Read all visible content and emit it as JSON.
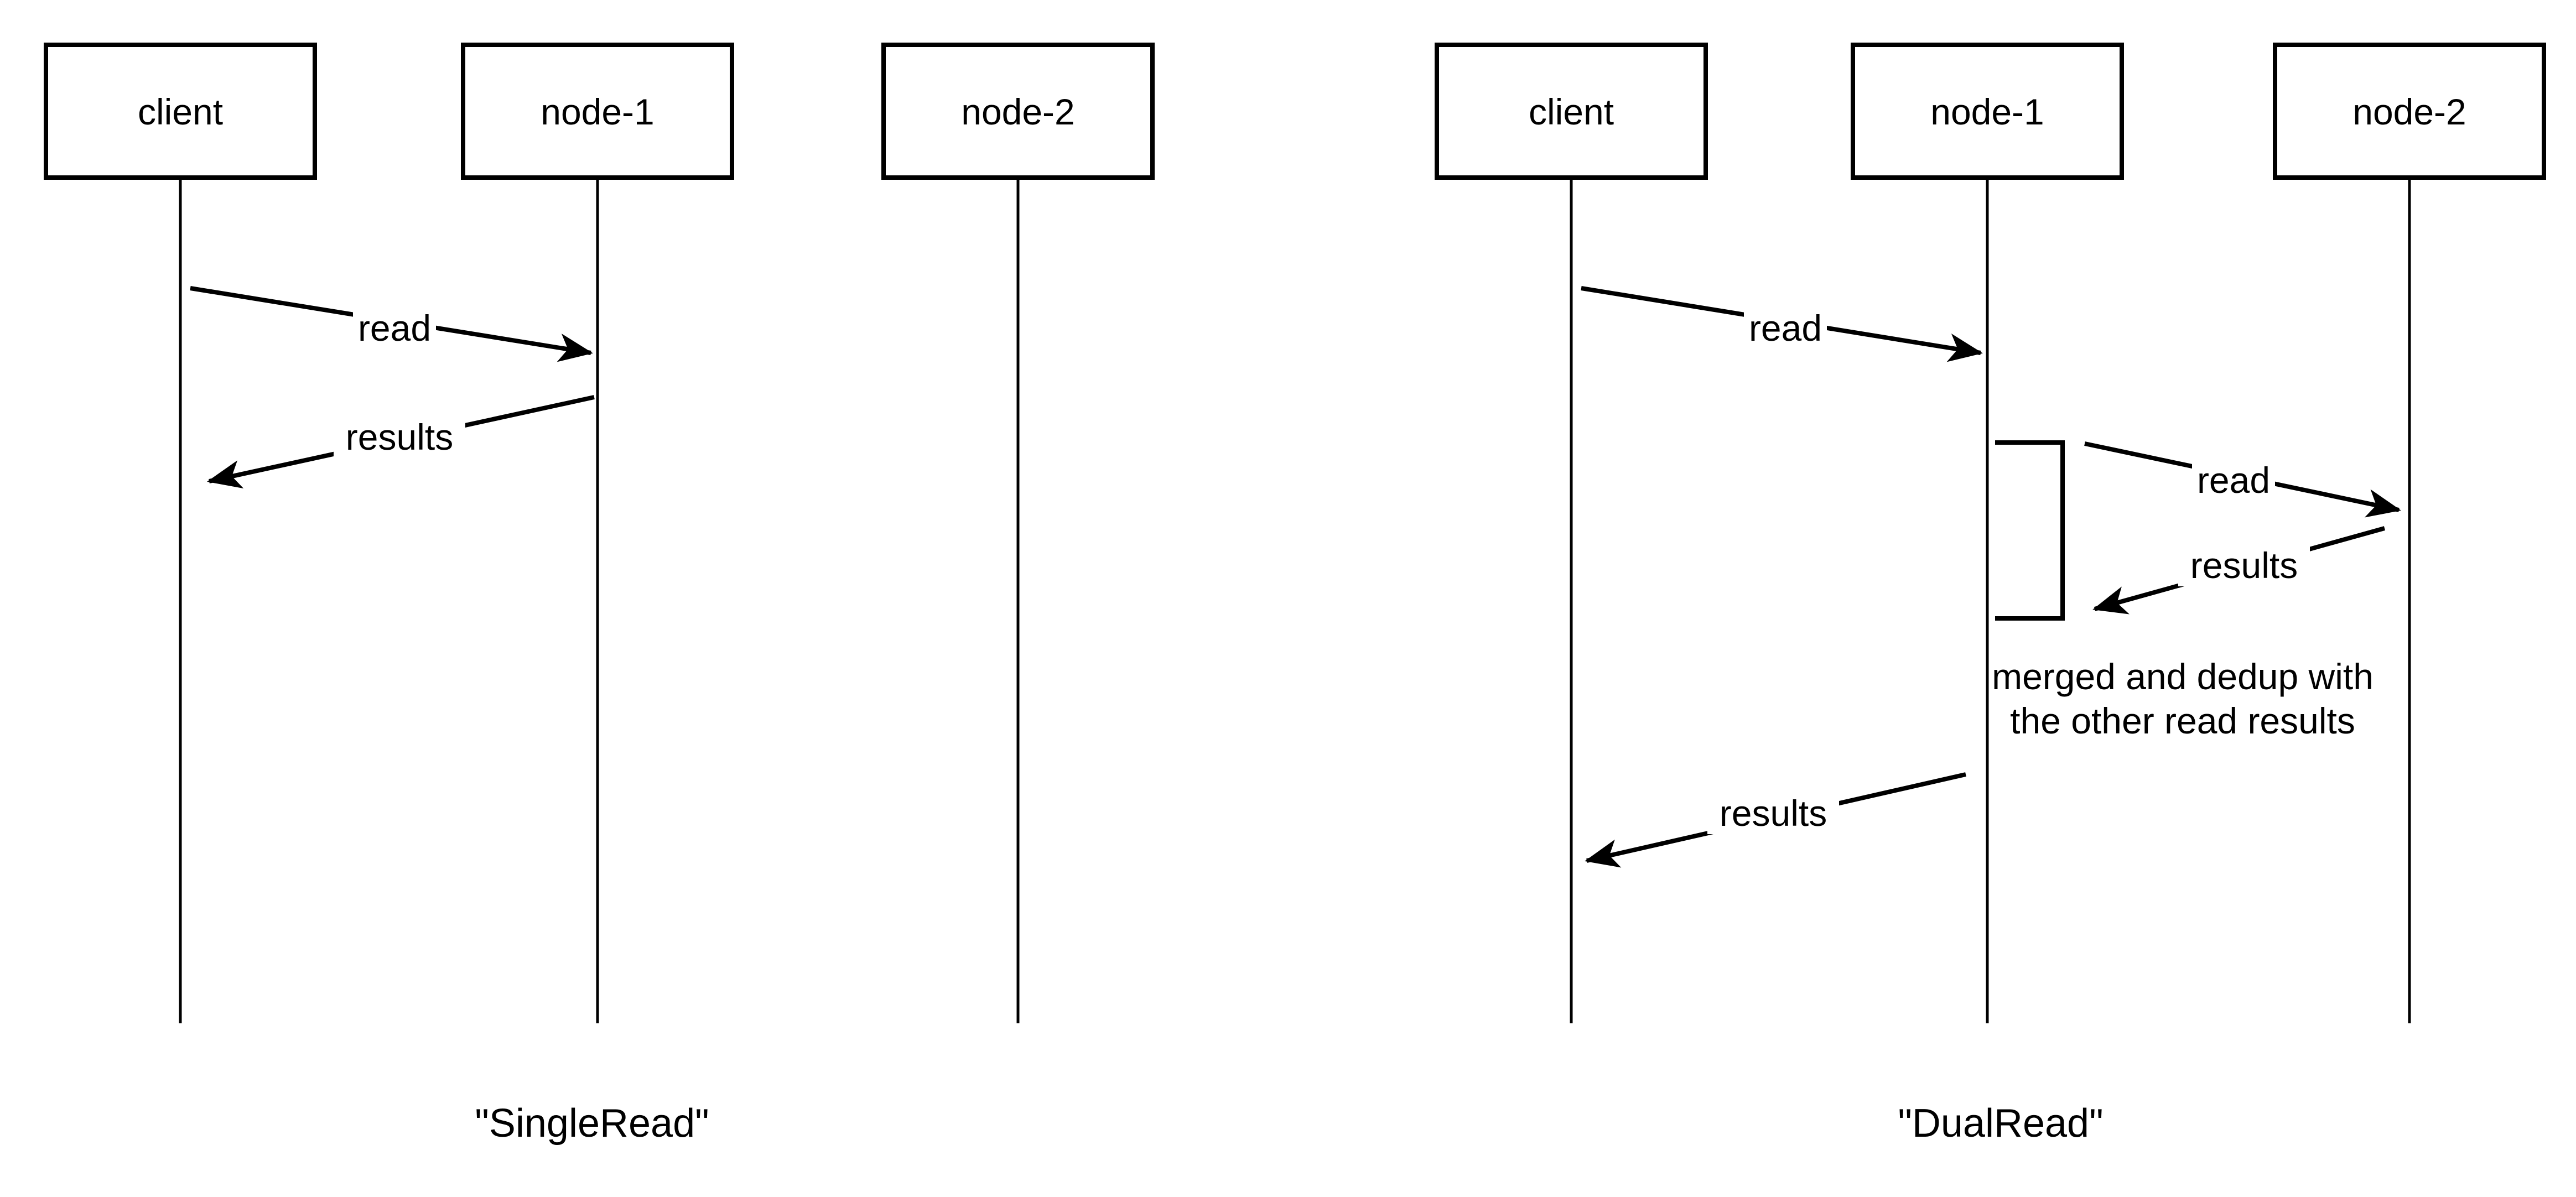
{
  "page": {
    "background_color": "#ffffff",
    "ink_color": "#000000"
  },
  "diagrams": [
    {
      "id": "single-read",
      "caption": "\"SingleRead\"",
      "actors": [
        {
          "label": "client"
        },
        {
          "label": "node-1"
        },
        {
          "label": "node-2"
        }
      ],
      "messages": [
        {
          "label": "read",
          "from": "client",
          "to": "node-1"
        },
        {
          "label": "results",
          "from": "node-1",
          "to": "client"
        }
      ]
    },
    {
      "id": "dual-read",
      "caption": "\"DualRead\"",
      "actors": [
        {
          "label": "client"
        },
        {
          "label": "node-1"
        },
        {
          "label": "node-2"
        }
      ],
      "messages": [
        {
          "label": "read",
          "from": "client",
          "to": "node-1"
        },
        {
          "label": "read",
          "from": "node-1",
          "to": "node-2"
        },
        {
          "label": "results",
          "from": "node-2",
          "to": "node-1"
        },
        {
          "label": "results",
          "from": "node-1",
          "to": "client"
        }
      ],
      "note": {
        "line1": "merged and dedup with",
        "line2": "the other read results"
      }
    }
  ]
}
